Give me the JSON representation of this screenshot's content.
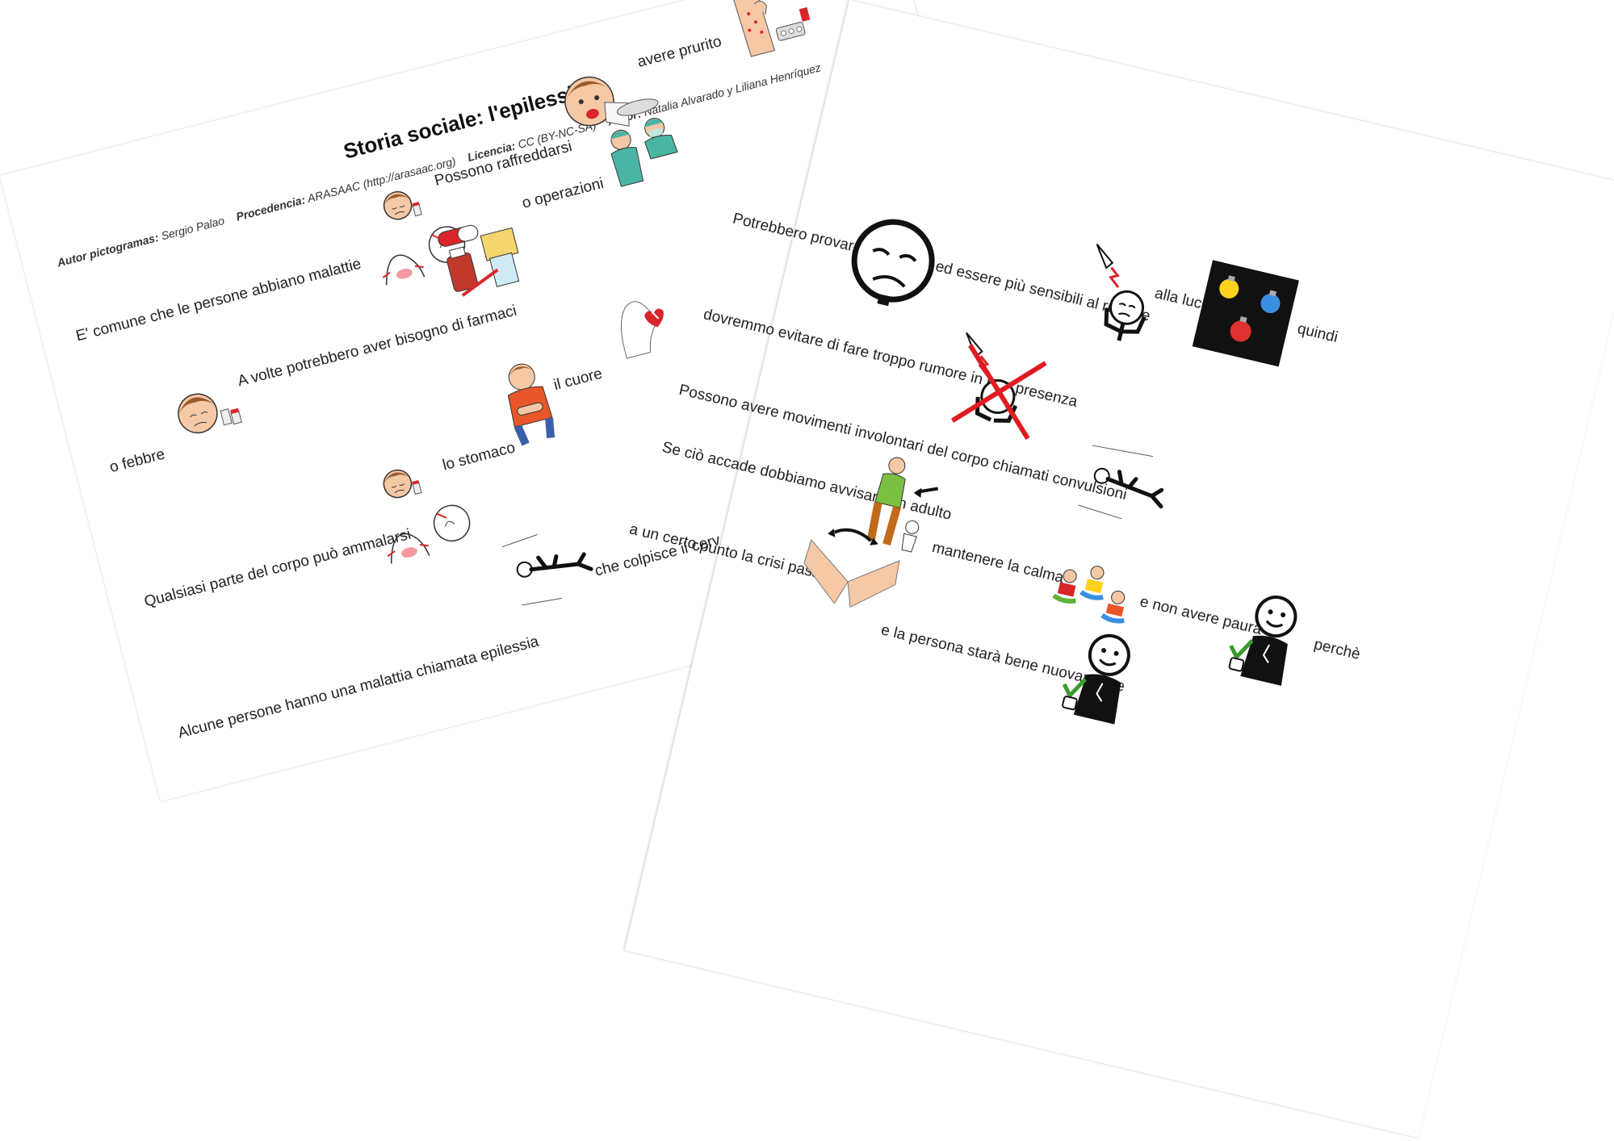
{
  "sheet1": {
    "title": "Storia sociale: l'epilessia",
    "meta": {
      "author_picto_label": "Autor pictogramas:",
      "author_picto_value": "Sergio Palao",
      "source_label": "Procedencia:",
      "source_value": "ARASAAC (http://arasaac.org)",
      "license_label": "Licencia:",
      "license_value": "CC (BY-NC-SA)",
      "author_label": "Autor:",
      "author_value": "Natalia Alvarado y Liliana Henríquez"
    },
    "lines": {
      "l1": "E' comune che le persone abbiano malattie",
      "l2": "Possono raffreddarsi",
      "l3": "avere prurito",
      "l4": "o febbre",
      "l5": "A volte potrebbero aver bisogno di farmaci",
      "l6": "o operazioni",
      "l7": "Qualsiasi parte del corpo può ammalarsi",
      "l8": "lo stomaco",
      "l9": "il cuore",
      "l10": "Alcune persone hanno una malattia chiamata epilessia",
      "l11": "che colpisce il cerv"
    }
  },
  "sheet2": {
    "lines": {
      "m1": "Potrebbero provare disagio",
      "m2": "ed essere più sensibili al rumore",
      "m3": "alla luce",
      "m4": "quindi",
      "m5": "dovremmo evitare di fare troppo rumore in loro presenza",
      "m6": "Possono avere movimenti involontari del corpo chiamati convulsioni",
      "m7": "Se ciò accade dobbiamo avvisare un adulto",
      "m8": "mantenere la calma",
      "m9": "e non avere paura",
      "m10": "perchè",
      "m11": "a un certo punto la crisi passerà",
      "m12": "e la persona starà bene nuovamente"
    }
  },
  "colors": {
    "skin": "#f5c8a6",
    "hair": "#9a5a2a",
    "red": "#d9262a",
    "teal": "#4ab5a4",
    "green": "#5fb23a",
    "check": "#3a9a2e",
    "bulb_yellow": "#ffd21e",
    "bulb_blue": "#3a90e0",
    "bulb_red": "#e03030"
  },
  "icons": [
    "sick-child-icon",
    "cold-boy-icon",
    "itchy-arm-icon",
    "neck-head-icon",
    "medicine-icon",
    "surgeons-icon",
    "fever-child-icon",
    "stomach-ache-icon",
    "heart-icon",
    "seizure-icon",
    "sad-face-icon",
    "noise-headache-icon",
    "light-bulbs-icon",
    "no-noise-icon",
    "adult-child-icon",
    "calm-kids-icon",
    "thumbs-up-icon",
    "crossed-arms-icon"
  ]
}
